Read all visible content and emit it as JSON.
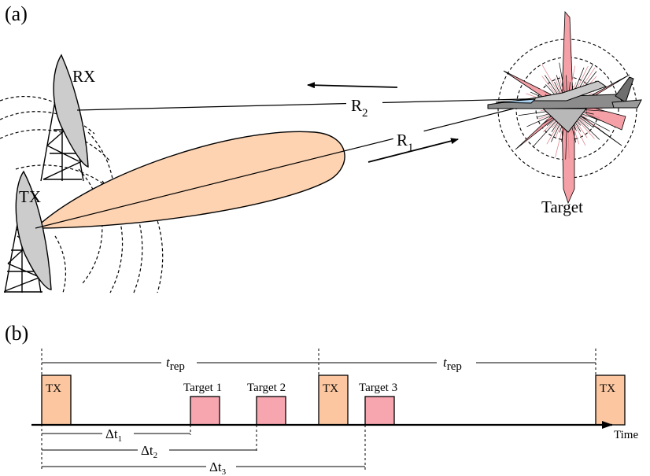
{
  "panel_a": {
    "label": "(a)",
    "rx_label": "RX",
    "tx_label": "TX",
    "target_label": "Target",
    "r1_label": "R",
    "r1_sub": "1",
    "r2_label": "R",
    "r2_sub": "2"
  },
  "panel_b": {
    "label": "(b)",
    "t_rep": "t",
    "t_rep_sub": "rep",
    "time_label": "Time",
    "tx_pulse_label": "TX",
    "targets": [
      "Target 1",
      "Target 2",
      "Target 3"
    ],
    "delta_t": "Δt",
    "delta_subs": [
      "1",
      "2",
      "3"
    ]
  },
  "colors": {
    "beam_fill": "#fdd3b2",
    "tx_pulse": "#fcc7a0",
    "target_pulse": "#f7a6b0",
    "rcs_pattern": "#f4a0a6",
    "dish": "#cccccc",
    "aircraft": "#8c8c8c"
  }
}
